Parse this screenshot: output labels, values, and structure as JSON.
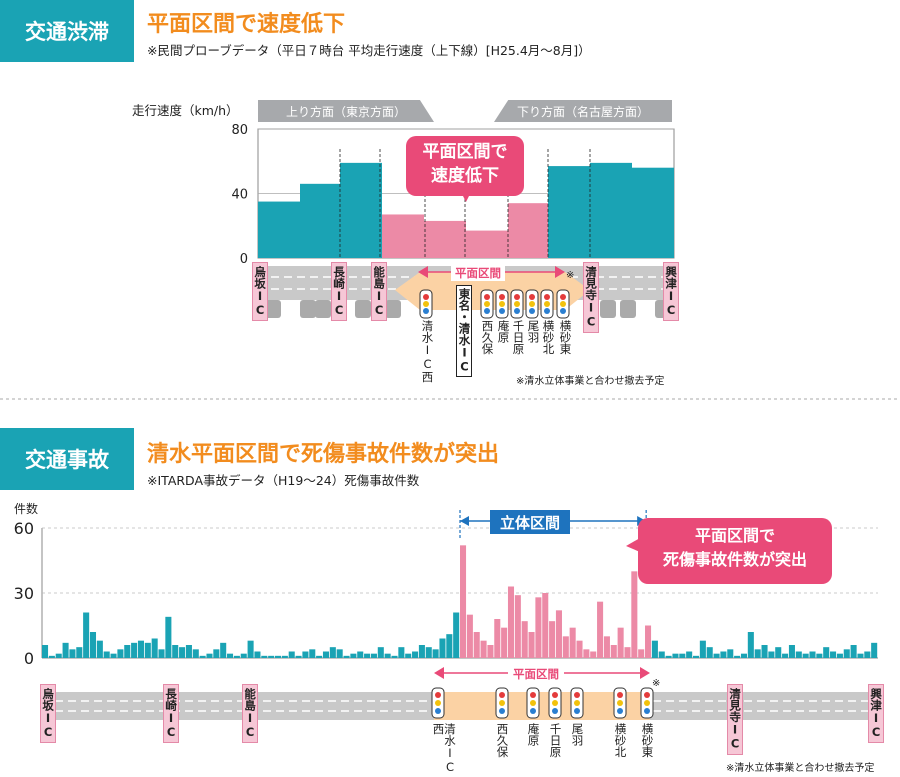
{
  "section1": {
    "tag": "交通渋滞",
    "title": "平面区間で速度低下",
    "subtitle": "※民間プローブデータ（平日７時台 平均走行速度（上下線）[H25.4月～8月]）",
    "dir_up": "上り方面（東京方面）",
    "dir_down": "下り方面（名古屋方面）",
    "callout": [
      "平面区間で",
      "速度低下"
    ],
    "plane_label": "平面区間",
    "ic_labels": [
      "烏坂IC",
      "長崎IC",
      "能島IC",
      "清見寺IC",
      "興津IC"
    ],
    "center_label": "東名・清水IC",
    "stations": [
      "清水IC西",
      "西久保",
      "庵原",
      "千日原",
      "尾羽",
      "横砂北",
      "横砂東"
    ],
    "note": "※清水立体事業と合わせ撤去予定",
    "asterisk": "※"
  },
  "section2": {
    "tag": "交通事故",
    "title": "清水平面区間で死傷事故件数が突出",
    "subtitle": "※ITARDA事故データ（H19～24）死傷事故件数",
    "rittai_label": "立体区間",
    "callout": [
      "平面区間で",
      "死傷事故件数が突出"
    ],
    "plane_label": "平面区間",
    "ic_labels": [
      "烏坂IC",
      "長崎IC",
      "能島IC",
      "清見寺IC",
      "興津IC"
    ],
    "stations": [
      "清水IC西",
      "西久保",
      "庵原",
      "千日原",
      "尾羽",
      "横砂北",
      "横砂東"
    ],
    "note": "※清水立体事業と合わせ撤去予定",
    "asterisk": "※"
  },
  "colors": {
    "teal": "#1aa3b4",
    "pink": "#ec8aa6",
    "orange": "#f28c1e",
    "callout": "#e94a78",
    "blue": "#1e73be"
  },
  "chart_data": [
    {
      "type": "bar",
      "ylabel": "走行速度（km/h）",
      "yticks": [
        "0",
        "40",
        "80"
      ],
      "ylim": [
        0,
        80
      ],
      "values": [
        35,
        46,
        59,
        27,
        23,
        17,
        34,
        57,
        59,
        56
      ],
      "segments": [
        "teal",
        "teal",
        "teal",
        "pink",
        "pink",
        "pink",
        "pink",
        "teal",
        "teal",
        "teal"
      ],
      "grid": true
    },
    {
      "type": "bar",
      "ylabel": "件数",
      "yticks": [
        "0",
        "30",
        "60"
      ],
      "ylim": [
        0,
        60
      ],
      "values": [
        6,
        1,
        2,
        7,
        4,
        5,
        21,
        12,
        8,
        3,
        2,
        4,
        6,
        7,
        8,
        7,
        9,
        4,
        19,
        6,
        5,
        6,
        4,
        1,
        2,
        4,
        7,
        2,
        1,
        2,
        8,
        3,
        1,
        1,
        1,
        1,
        3,
        1,
        3,
        4,
        1,
        3,
        5,
        4,
        1,
        2,
        3,
        2,
        2,
        5,
        2,
        1,
        5,
        2,
        3,
        6,
        5,
        4,
        9,
        11,
        21,
        52,
        20,
        12,
        8,
        6,
        18,
        14,
        33,
        29,
        17,
        12,
        28,
        30,
        17,
        22,
        10,
        14,
        8,
        4,
        3,
        26,
        10,
        6,
        14,
        5,
        40,
        4,
        15,
        8,
        3,
        1,
        2,
        2,
        3,
        1,
        8,
        5,
        2,
        3,
        4,
        1,
        2,
        12,
        4,
        6,
        3,
        5,
        2,
        6,
        3,
        2,
        3,
        2,
        5,
        3,
        2,
        4,
        6,
        2,
        3,
        7
      ],
      "plane_range": [
        61,
        88
      ],
      "grid": true
    }
  ]
}
